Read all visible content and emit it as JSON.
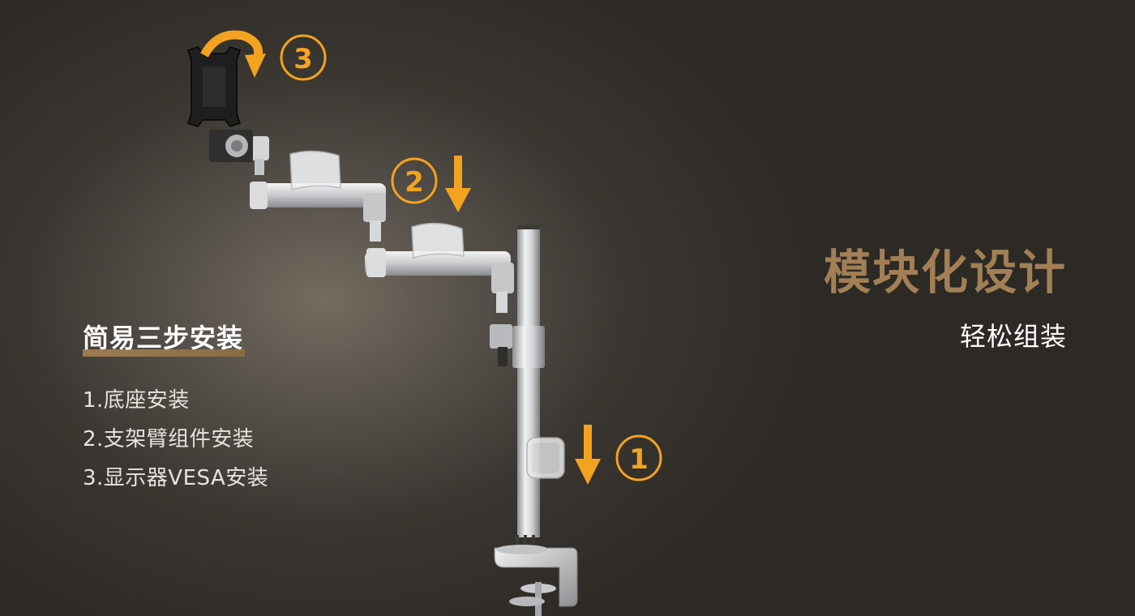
{
  "left": {
    "title": "简易三步安装",
    "steps": [
      "1.底座安装",
      "2.支架臂组件安装",
      "3.显示器VESA安装"
    ]
  },
  "right": {
    "title": "模块化设计",
    "subtitle": "轻松组装"
  },
  "badges": [
    "1",
    "2",
    "3"
  ],
  "colors": {
    "accent": "#f3a31f",
    "title_gold": "#a27f55",
    "underline": "#a27f4f",
    "background": "#2d2a26"
  },
  "icons": [
    "down-arrow-icon",
    "curved-arrow-icon",
    "monitor-arm-illustration"
  ]
}
